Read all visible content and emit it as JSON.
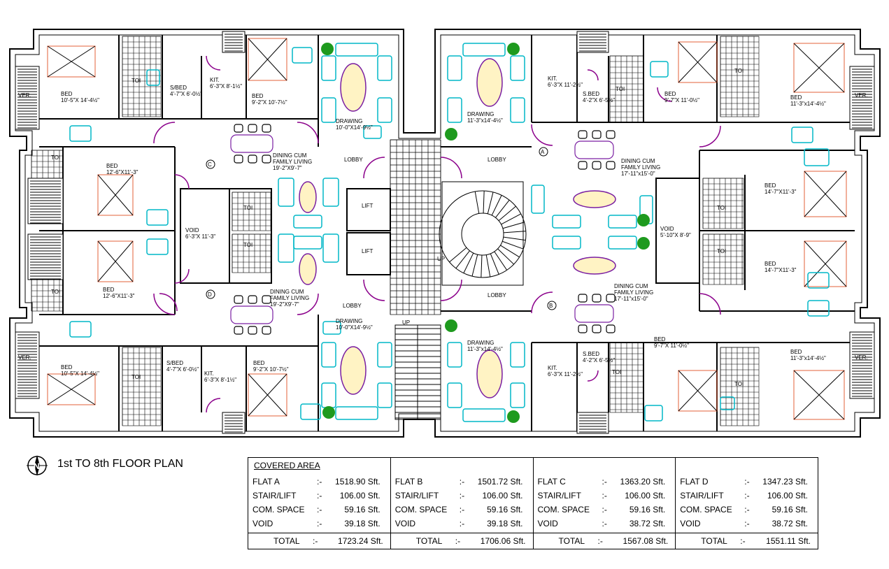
{
  "floor_title": "1st TO 8th FLOOR PLAN",
  "colors": {
    "wall": "#000000",
    "furniture": "#00b7c7",
    "table": "#7a1fa2",
    "door": "#8b008b",
    "bed": "#e3603a",
    "plant": "#1e9a1e",
    "fixture": "#00c000",
    "text": "#000000"
  },
  "rooms": {
    "bed_c_top": {
      "name": "BED",
      "dim": "10'-5\"X 14'-4½\""
    },
    "sbed_c": {
      "name": "S/BED",
      "dim": "4'-7\"X 6'-0½\""
    },
    "kit_c": {
      "name": "KIT.",
      "dim": "6'-3\"X 8'-1½\""
    },
    "bed_c_small": {
      "name": "BED",
      "dim": "9'-2\"X 10'-7½\""
    },
    "drawing_c": {
      "name": "DRAWING",
      "dim": "10'-0\"X14'-9½\""
    },
    "dining_c": {
      "name": "DINING CUM FAMILY LIVING",
      "dim": "19'-2\"X9'-7\""
    },
    "bed_c_mid": {
      "name": "BED",
      "dim": "12'-6\"X11'-3\""
    },
    "void_left": {
      "name": "VOID",
      "dim": "6'-3\"X 11'-3\""
    },
    "bed_d_mid": {
      "name": "BED",
      "dim": "12'-6\"X11'-3\""
    },
    "dining_d": {
      "name": "DINING CUM FAMILY LIVING",
      "dim": "19'-2\"X9'-7\""
    },
    "drawing_d": {
      "name": "DRAWING",
      "dim": "10'-0\"X14'-9½\""
    },
    "bed_d_bot": {
      "name": "BED",
      "dim": "10'-5\"X 14'-4½\""
    },
    "sbed_d": {
      "name": "S/BED",
      "dim": "4'-7\"X 6'-0½\""
    },
    "kit_d": {
      "name": "KIT.",
      "dim": "6'-3\"X 8'-1½\""
    },
    "bed_d_small": {
      "name": "BED",
      "dim": "9'-2\"X 10'-7½\""
    },
    "drawing_a": {
      "name": "DRAWING",
      "dim": "11'-3\"x14'-4½\""
    },
    "kit_a": {
      "name": "KIT.",
      "dim": "6'-3\"X 11'-2½\""
    },
    "sbed_a": {
      "name": "S.BED",
      "dim": "4'-2\"X 6'-5½\""
    },
    "bed_a_small": {
      "name": "BED",
      "dim": "9'-7\"X 11'-0½\""
    },
    "bed_a_top": {
      "name": "BED",
      "dim": "11'-3\"x14'-4½\""
    },
    "dining_a": {
      "name": "DINING CUM FAMILY LIVING",
      "dim": "17'-11\"x15'-0\""
    },
    "bed_a_mid": {
      "name": "BED",
      "dim": "14'-7\"X11'-3\""
    },
    "void_right": {
      "name": "VOID",
      "dim": "5'-10\"X 8'-9\""
    },
    "bed_b_mid": {
      "name": "BED",
      "dim": "14'-7\"X11'-3\""
    },
    "dining_b": {
      "name": "DINING CUM FAMILY LIVING",
      "dim": "17'-11\"x15'-0\""
    },
    "drawing_b": {
      "name": "DRAWING",
      "dim": "11'-3\"x14'-4½\""
    },
    "kit_b": {
      "name": "KIT.",
      "dim": "6'-3\"X 11'-2½\""
    },
    "sbed_b": {
      "name": "S.BED",
      "dim": "4'-2\"X 6'-5½\""
    },
    "bed_b_small": {
      "name": "BED",
      "dim": "9'-7\"X 11'-0½\""
    },
    "bed_b_bot": {
      "name": "BED",
      "dim": "11'-3\"x14'-4½\""
    }
  },
  "tags": {
    "lobby": "LOBBY",
    "lift": "LIFT",
    "up": "UP",
    "ver": "VER.",
    "toi": "TOI",
    "flat_a": "A",
    "flat_b": "B",
    "flat_c": "C",
    "flat_d": "D"
  },
  "area_table": {
    "heading": "COVERED AREA",
    "blocks": [
      {
        "rows": [
          [
            "FLAT  A",
            ":-",
            "1518.90 Sft."
          ],
          [
            "STAIR/LIFT",
            ":-",
            "106.00 Sft."
          ],
          [
            "COM. SPACE",
            ":-",
            "59.16 Sft."
          ],
          [
            "VOID",
            ":-",
            "39.18 Sft."
          ]
        ],
        "total": [
          "TOTAL",
          ":-",
          "1723.24  Sft."
        ]
      },
      {
        "rows": [
          [
            "FLAT  B",
            ":-",
            "1501.72 Sft."
          ],
          [
            "STAIR/LIFT",
            ":-",
            "106.00 Sft."
          ],
          [
            "COM. SPACE",
            ":-",
            "59.16 Sft."
          ],
          [
            "VOID",
            ":-",
            "39.18 Sft."
          ]
        ],
        "total": [
          "TOTAL",
          ":-",
          "1706.06  Sft."
        ]
      },
      {
        "rows": [
          [
            "FLAT  C",
            ":-",
            "1363.20 Sft."
          ],
          [
            "STAIR/LIFT",
            ":-",
            "106.00 Sft."
          ],
          [
            "COM. SPACE",
            ":-",
            "59.16 Sft."
          ],
          [
            "VOID",
            ":-",
            "38.72 Sft."
          ]
        ],
        "total": [
          "TOTAL",
          ":-",
          "1567.08  Sft."
        ]
      },
      {
        "rows": [
          [
            "FLAT  D",
            ":-",
            "1347.23 Sft."
          ],
          [
            "STAIR/LIFT",
            ":-",
            "106.00 Sft."
          ],
          [
            "COM. SPACE",
            ":-",
            "59.16 Sft."
          ],
          [
            "VOID",
            ":-",
            "38.72 Sft."
          ]
        ],
        "total": [
          "TOTAL",
          ":-",
          "1551.11  Sft."
        ]
      }
    ]
  }
}
